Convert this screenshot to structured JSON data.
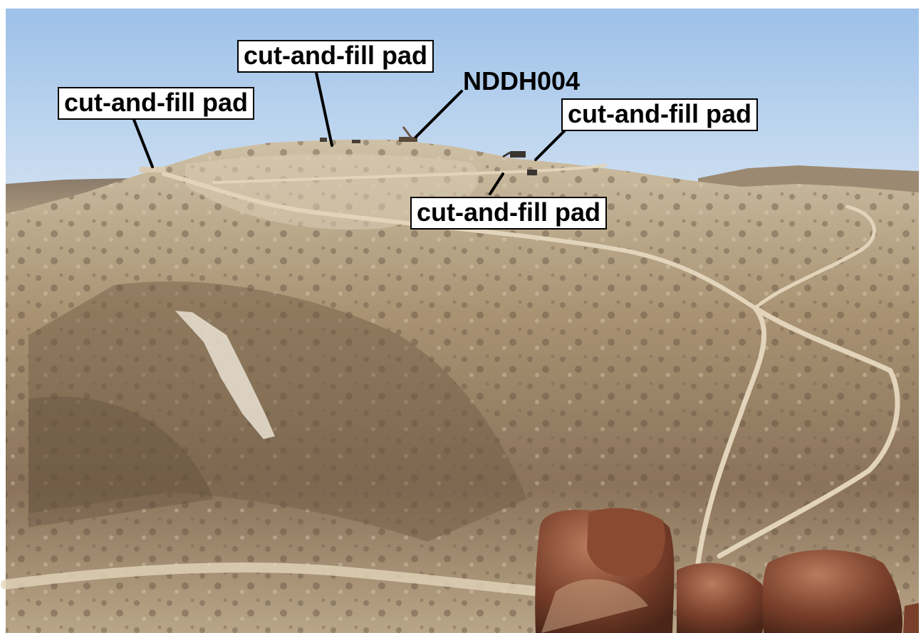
{
  "photo": {
    "subject": "arid rocky hill with graded access tracks and drill pads",
    "colors": {
      "sky_top": "#9fc3ea",
      "sky_bottom": "#cfe0f2",
      "hill_light": "#cdbfa4",
      "hill_mid": "#a48e6f",
      "hill_dark": "#6e5a45",
      "track": "#e2d4ba",
      "boulder": "#7a3f2a",
      "boulder_light": "#c8a283"
    }
  },
  "annotations": {
    "label_1": "cut-and-fill pad",
    "label_2": "cut-and-fill pad",
    "label_3": "NDDH004",
    "label_4": "cut-and-fill pad",
    "label_5": "cut-and-fill pad"
  },
  "leader_color": "#000000"
}
